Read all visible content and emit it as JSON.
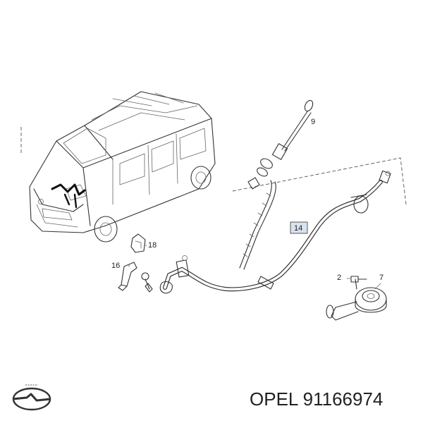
{
  "callouts": {
    "c9": "9",
    "c14": "14",
    "c18": "18",
    "c16": "16",
    "c2": "2",
    "c7": "7"
  },
  "caption": {
    "brand": "OPEL",
    "part_number": "91166974"
  },
  "brand_logo": {
    "icon": "opel-lightning-logo-icon",
    "lettering": "OPEL"
  },
  "colors": {
    "line": "#333333",
    "background": "#ffffff",
    "callout_box": "#d9e2ee"
  }
}
